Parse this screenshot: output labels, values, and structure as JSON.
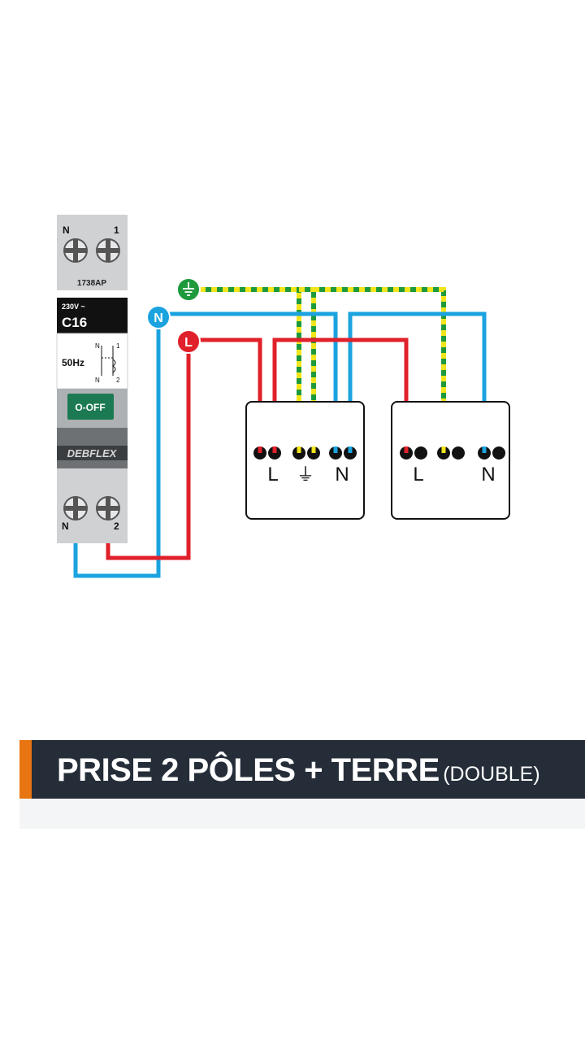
{
  "breaker": {
    "top_terminal_left": "N",
    "top_terminal_right": "1",
    "model": "1738AP",
    "voltage": "230V ~",
    "rating": "C16",
    "frequency": "50Hz",
    "symbol_labels": [
      "N",
      "1",
      "N",
      "2"
    ],
    "switch_label": "O-OFF",
    "brand": "DEBFLEX",
    "bottom_terminal_left": "N",
    "bottom_terminal_right": "2"
  },
  "source_markers": {
    "neutral": "N",
    "live": "L"
  },
  "socket1": {
    "labels": [
      "L",
      "⏚",
      "N"
    ]
  },
  "socket2": {
    "labels": [
      "L",
      "N"
    ]
  },
  "colors": {
    "live": "#e0202a",
    "neutral": "#1ba3e0",
    "earth_green": "#1e9a3c",
    "earth_yellow": "#f2e51c",
    "banner_bg": "#242d38",
    "banner_accent": "#e87511",
    "breaker_gray": "#c9cbcd"
  },
  "banner": {
    "title": "PRISE 2 PÔLES + TERRE",
    "subtitle": "(DOUBLE)"
  }
}
